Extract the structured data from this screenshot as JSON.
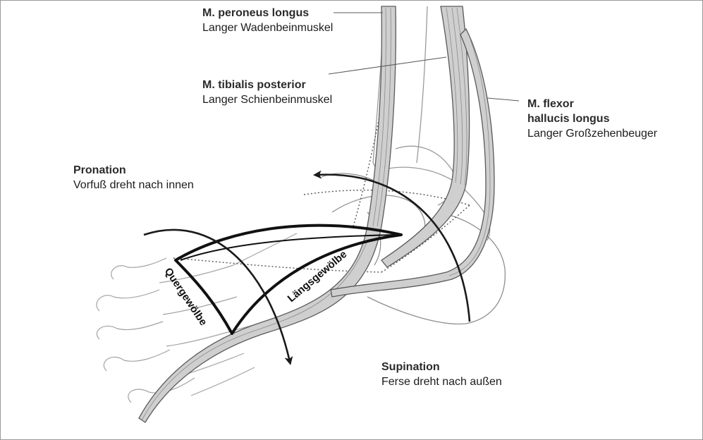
{
  "labels": {
    "peroneus": {
      "title": "M. peroneus longus",
      "subtitle": "Langer Wadenbeinmuskel"
    },
    "tibialis": {
      "title": "M. tibialis posterior",
      "subtitle": "Langer Schienbeinmuskel"
    },
    "flexor": {
      "title_line1": "M. flexor",
      "title_line2": "hallucis longus",
      "subtitle": "Langer Großzehenbeuger"
    },
    "pronation": {
      "title": "Pronation",
      "subtitle": "Vorfuß dreht nach innen"
    },
    "supination": {
      "title": "Supination",
      "subtitle": "Ferse dreht nach außen"
    },
    "arch_transverse": "Quergewölbe",
    "arch_longitudinal": "Längsgewölbe"
  },
  "colors": {
    "ink": "#1a1a1a",
    "muscle_fill": "#cfcfcf",
    "muscle_fiber": "#8a8a8a",
    "bone_line": "#9b9b9b",
    "arch_line": "#111111",
    "border": "#9a9a9a"
  }
}
